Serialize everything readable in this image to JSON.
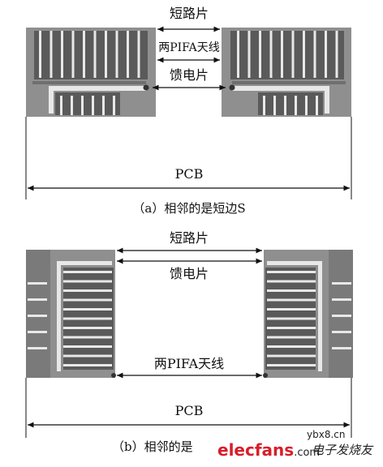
{
  "diagram_a": {
    "label_shorting": "短路片",
    "label_two_pifa": "两PIFA天线",
    "label_feed": "馈电片",
    "label_pcb": "PCB",
    "caption": "（a）相邻的是短边S"
  },
  "diagram_b": {
    "label_shorting": "短路片",
    "label_feed": "馈电片",
    "label_two_pifa": "两PIFA天线",
    "label_pcb": "PCB",
    "caption": "（b）相邻的是"
  },
  "watermark": {
    "brand": "elecfans",
    "brand_suffix": ".com",
    "brand_cn": "电子发烧友",
    "url": "ybx8.cn"
  },
  "colors": {
    "board": "#8f8f8f",
    "board_dark": "#6f6f6f",
    "antenna": "#555555",
    "trace": "#e8e8e8",
    "line": "#111111",
    "watermark_red": "#d81e2a"
  }
}
